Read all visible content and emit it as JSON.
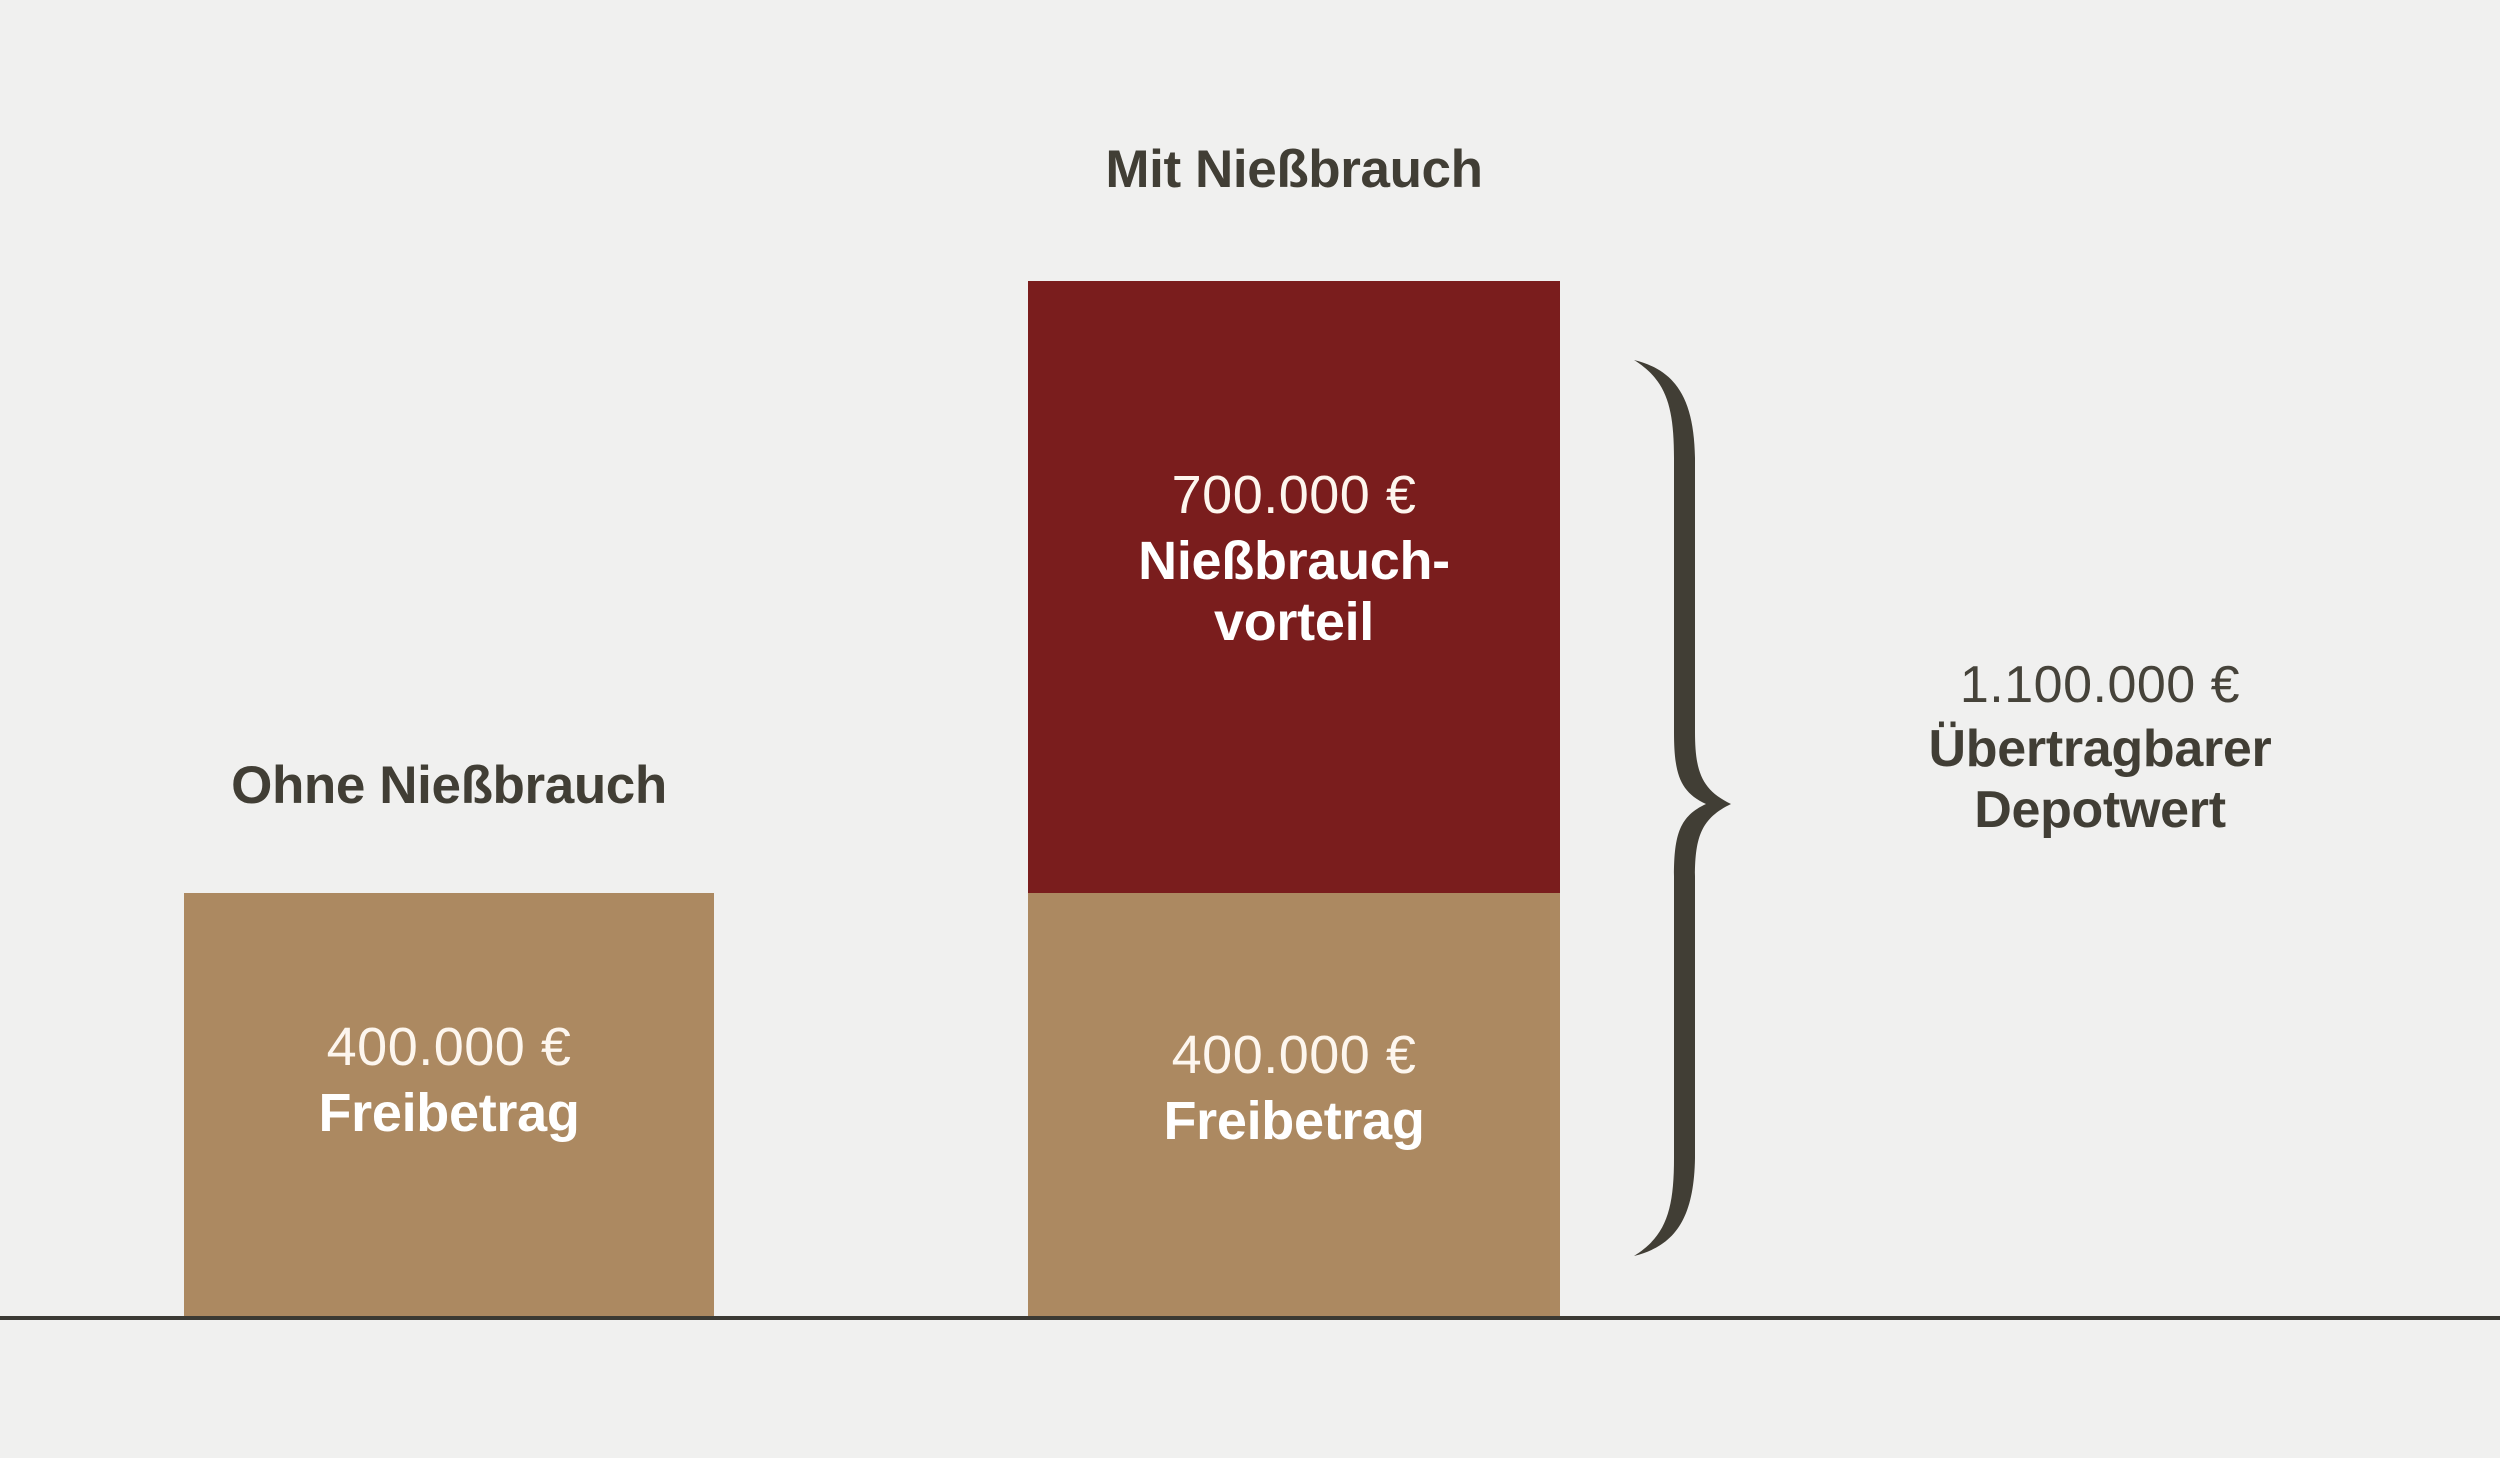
{
  "chart_data": {
    "type": "bar",
    "title": "",
    "xlabel": "",
    "ylabel": "",
    "currency": "€",
    "stacked": true,
    "grid": false,
    "legend": "none",
    "ylim": [
      0,
      1100000
    ],
    "categories": [
      "Ohne Nießbrauch",
      "Mit Nießbrauch"
    ],
    "series": [
      {
        "name": "Freibetrag",
        "color": "#ac8961",
        "values": [
          400000,
          400000
        ]
      },
      {
        "name": "Nießbrauchvorteil",
        "color": "#7a1d1d",
        "values": [
          0,
          700000
        ]
      }
    ],
    "annotations": [
      {
        "type": "brace",
        "label": "1.100.000 € Übertragbarer Depotwert",
        "value": 1100000,
        "target": "Mit Nießbrauch"
      }
    ]
  },
  "colors": {
    "background": "#f0f0ef",
    "tan": "#ac8961",
    "red": "#7a1d1d",
    "dark_text": "#413e35",
    "light_text": "#ffffff",
    "baseline": "#3b3a34"
  },
  "groups": [
    {
      "id": "ohne",
      "title": "Ohne Nießbrauch",
      "segments": [
        {
          "id": "freibetrag",
          "amount": "400.000 €",
          "caption": "Freibetrag",
          "caption_line2": ""
        }
      ]
    },
    {
      "id": "mit",
      "title": "Mit Nießbrauch",
      "segments": [
        {
          "id": "vorteil",
          "amount": "700.000 €",
          "caption": "Nießbrauch-",
          "caption_line2": "vorteil"
        },
        {
          "id": "freibetrag",
          "amount": "400.000 €",
          "caption": "Freibetrag",
          "caption_line2": ""
        }
      ]
    }
  ],
  "total": {
    "amount": "1.100.000 €",
    "caption_line1": "Übertragbarer",
    "caption_line2": "Depotwert"
  }
}
